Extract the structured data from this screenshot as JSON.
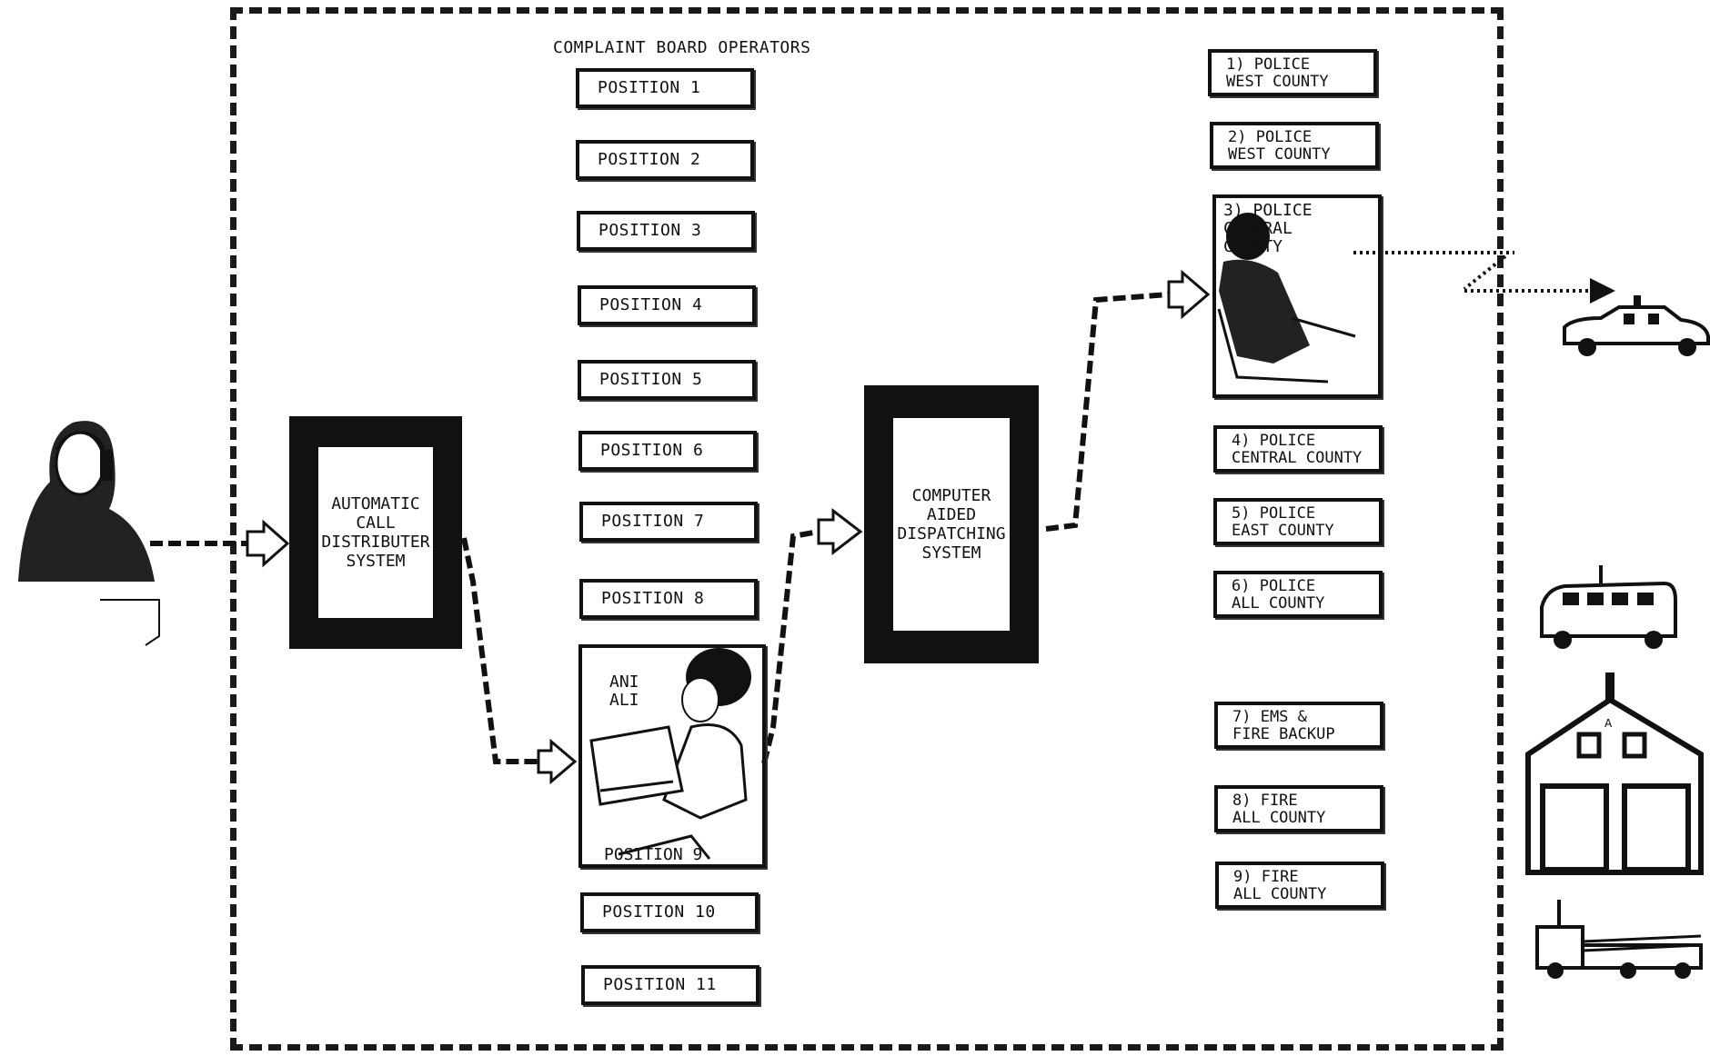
{
  "header": "COMPLAINT BOARD OPERATORS",
  "acd_label": "AUTOMATIC\nCALL\nDISTRIBUTER\nSYSTEM",
  "cad_label": "COMPUTER\nAIDED\nDISPATCHING\nSYSTEM",
  "positions": [
    "POSITION 1",
    "POSITION 2",
    "POSITION 3",
    "POSITION 4",
    "POSITION 5",
    "POSITION 6",
    "POSITION 7",
    "POSITION 8"
  ],
  "position9": {
    "label": "POSITION 9",
    "screen": "ANI\nALI"
  },
  "positions_lower": [
    "POSITION 10",
    "POSITION 11"
  ],
  "agencies": [
    "1)   POLICE\nWEST COUNTY",
    "2)   POLICE\nWEST COUNTY",
    "4)   POLICE\nCENTRAL COUNTY",
    "5)   POLICE\nEAST COUNTY",
    "6)   POLICE\nALL COUNTY",
    "7)   EMS &\nFIRE BACKUP",
    "8)   FIRE\nALL COUNTY",
    "9)   FIRE\nALL COUNTY"
  ],
  "agency3": "3)   POLICE\n     CENTRAL\n     COUNTY"
}
